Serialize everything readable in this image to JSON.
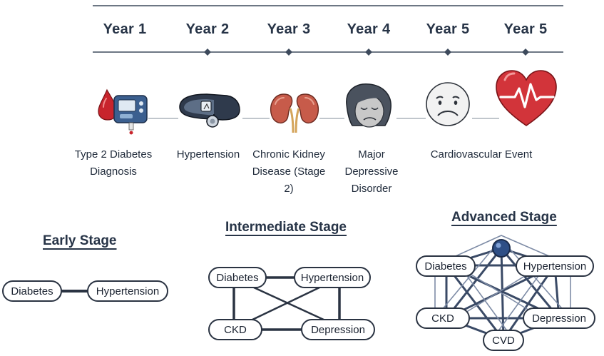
{
  "timeline": {
    "years": [
      "Year 1",
      "Year 2",
      "Year 3",
      "Year 4",
      "Year 5",
      "Year 5"
    ],
    "events": [
      {
        "label": "Type 2 Diabetes Diagnosis",
        "icon": "glucose-meter-icon"
      },
      {
        "label": "Hypertension",
        "icon": "blood-pressure-cuff-icon"
      },
      {
        "label": "Chronic Kidney Disease (Stage 2)",
        "icon": "kidneys-icon"
      },
      {
        "label": "Major Depressive Disorder",
        "icon": "sad-face-person-icon"
      },
      {
        "label": "",
        "icon": "sad-face-icon"
      },
      {
        "label": "Cardiovascular Event",
        "icon": "heart-pulse-icon"
      }
    ]
  },
  "stages": {
    "early": {
      "title": "Early Stage",
      "nodes": [
        "Diabetes",
        "Hypertension"
      ]
    },
    "intermediate": {
      "title": "Intermediate Stage",
      "nodes": [
        "Diabetes",
        "Hypertension",
        "CKD",
        "Depression"
      ]
    },
    "advanced": {
      "title": "Advanced Stage",
      "nodes": [
        "Diabetes",
        "Hypertension",
        "CKD",
        "Depression",
        "CVD"
      ]
    }
  },
  "colors": {
    "text": "#273447",
    "line": "#5d6b7e",
    "network_edge": "#3a4a66",
    "heart": "#d2343a",
    "blood_drop": "#c8242c",
    "hub": "#2e4f86"
  }
}
